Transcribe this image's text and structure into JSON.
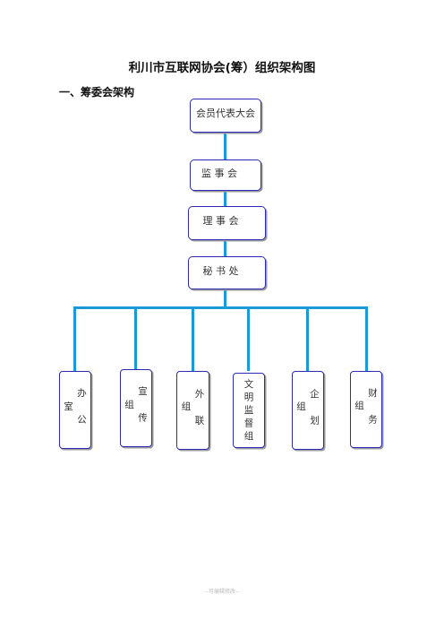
{
  "title": "利川市互联网协会(筹）组织架构图",
  "section_heading": "一、筹委会架构",
  "nodes": {
    "congress": "会员代表大会",
    "supervisory": "监 事 会",
    "council": "理 事 会",
    "secretariat": "秘 书 处"
  },
  "departments": [
    {
      "label": "办公室"
    },
    {
      "label": "宣传组"
    },
    {
      "label": "外联组"
    },
    {
      "label": "文明监督组"
    },
    {
      "label": "企划组"
    },
    {
      "label": "财务组"
    }
  ],
  "footer": "--可编辑修改--",
  "colors": {
    "box_border": "#2b2bb5",
    "connector": "#1a9bd8"
  }
}
